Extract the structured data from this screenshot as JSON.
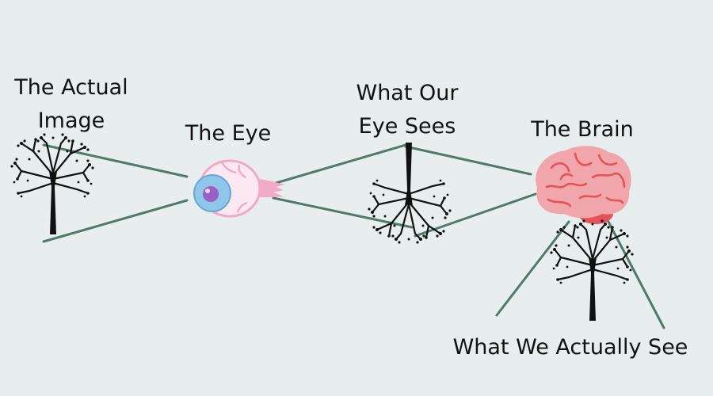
{
  "labels": {
    "actual_image_line1": "The Actual",
    "actual_image_line2": "Image",
    "eye": "The Eye",
    "eye_sees_line1": "What Our",
    "eye_sees_line2": "Eye Sees",
    "brain": "The Brain",
    "actually_see": "What We Actually See"
  },
  "colors": {
    "background": "#e8eeed",
    "ray_line": "#4e7a67",
    "tree": "#111111",
    "eye_white": "#fbe9f1",
    "eye_pink": "#f2a9c8",
    "iris": "#8fc7ea",
    "pupil": "#9a5fc2",
    "brain": "#f0a6ab",
    "brain_fold": "#e4525a",
    "cerebellum": "#e4525a"
  },
  "icons": [
    "tree-icon",
    "eye-icon",
    "inverted-tree-icon",
    "brain-icon",
    "tree-icon"
  ]
}
